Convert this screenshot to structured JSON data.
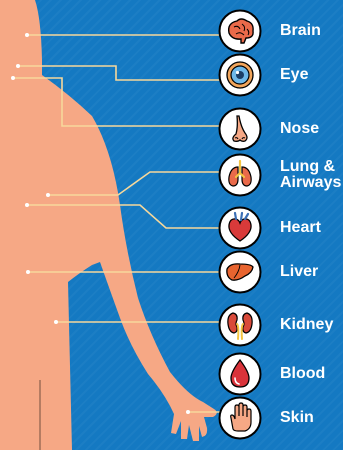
{
  "theme": {
    "background": "#1479C2",
    "skin": "#F6A885",
    "outline": "#000000",
    "text": "#FFFFFF",
    "connector": "#F7D89B"
  },
  "organs": [
    {
      "label": "Brain",
      "icon": "brain-icon"
    },
    {
      "label": "Eye",
      "icon": "eye-icon"
    },
    {
      "label": "Nose",
      "icon": "nose-icon"
    },
    {
      "label": "Lung & Airways",
      "icon": "lungs-icon"
    },
    {
      "label": "Heart",
      "icon": "heart-icon"
    },
    {
      "label": "Liver",
      "icon": "liver-icon"
    },
    {
      "label": "Kidney",
      "icon": "kidney-icon"
    },
    {
      "label": "Blood",
      "icon": "blood-drop-icon"
    },
    {
      "label": "Skin",
      "icon": "hand-icon"
    }
  ]
}
